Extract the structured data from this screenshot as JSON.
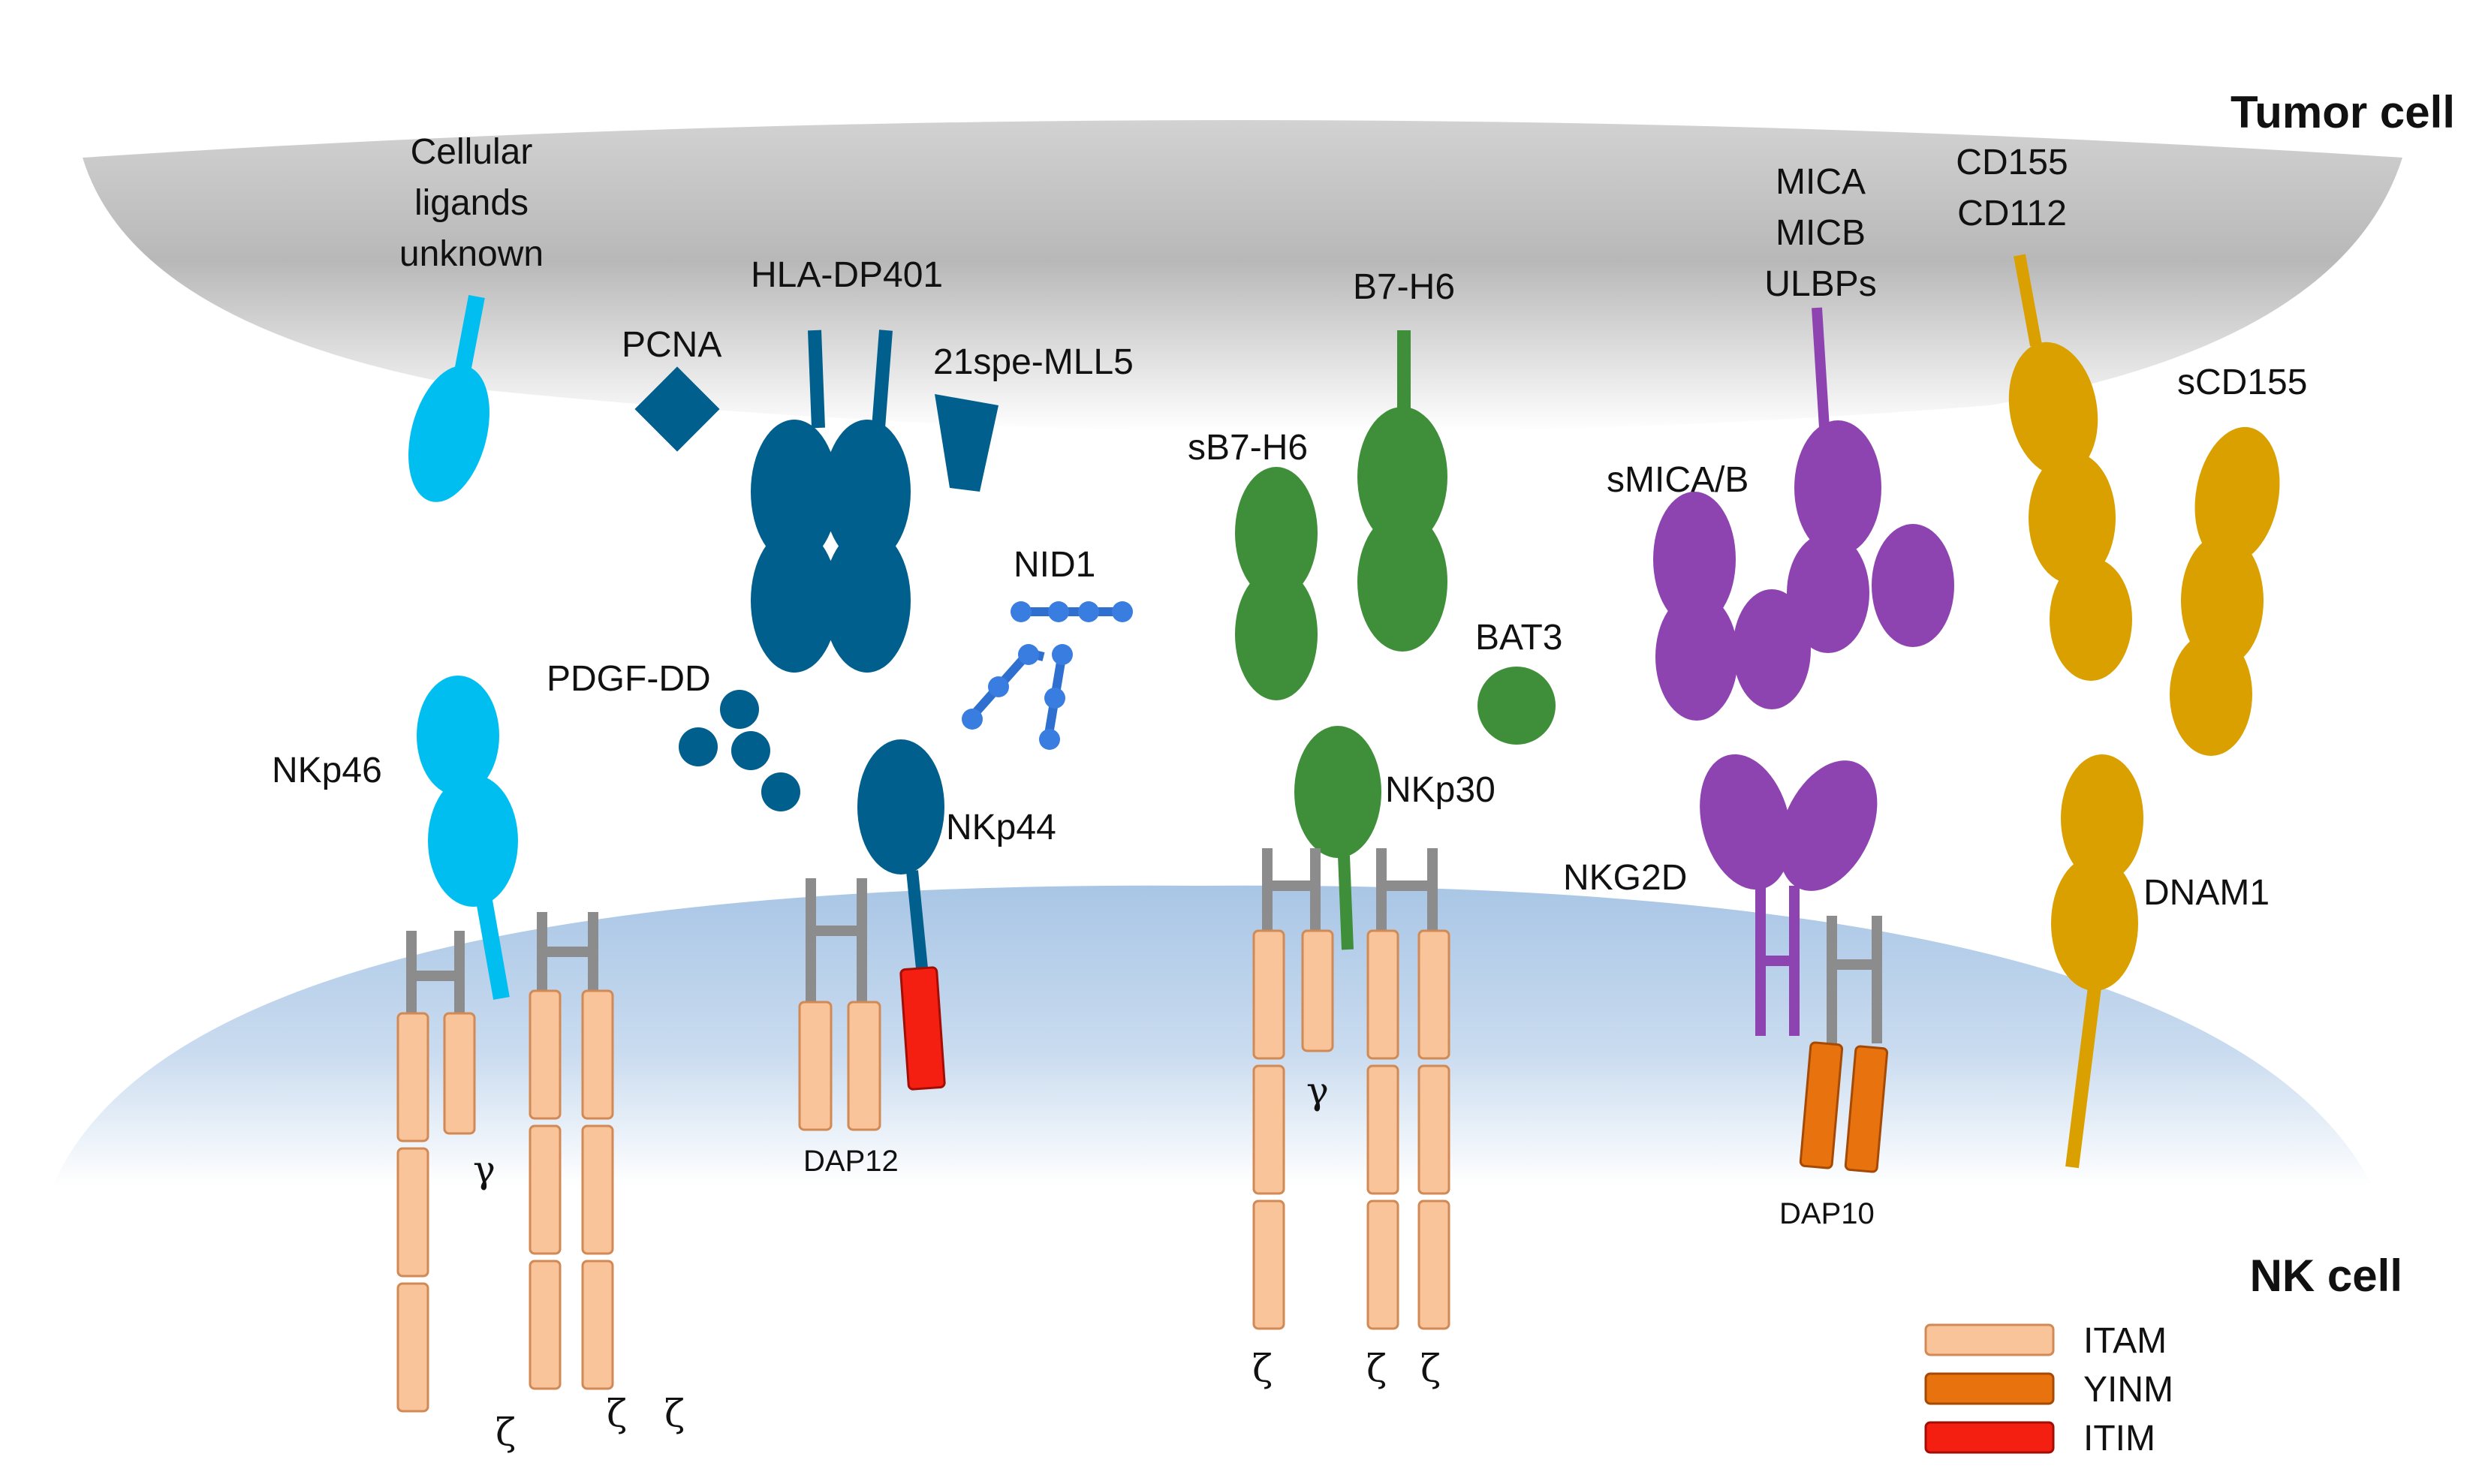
{
  "cells": {
    "tumor": "Tumor cell",
    "nk": "NK cell"
  },
  "ligands": {
    "unknown_line1": "Cellular",
    "unknown_line2": "ligands",
    "unknown_line3": "unknown",
    "pcna": "PCNA",
    "hla": "HLA-DP401",
    "mll5": "21spe-MLL5",
    "nid1": "NID1",
    "pdgf": "PDGF-DD",
    "b7h6": "B7-H6",
    "sb7h6": "sB7-H6",
    "bat3": "BAT3",
    "mica": "MICA",
    "micb": "MICB",
    "ulbps": "ULBPs",
    "smicab": "sMICA/B",
    "cd155": "CD155",
    "cd112": "CD112",
    "scd155": "sCD155"
  },
  "receptors": {
    "nkp46": "NKp46",
    "nkp44": "NKp44",
    "nkp30": "NKp30",
    "nkg2d": "NKG2D",
    "dnam1": "DNAM1"
  },
  "adaptors": {
    "dap12": "DAP12",
    "dap10": "DAP10",
    "gamma": "γ",
    "zeta": "ζ"
  },
  "legend": {
    "itam": "ITAM",
    "yinm": "YINM",
    "itim": "ITIM"
  },
  "colors": {
    "nkp46": "#00bff0",
    "nkp44": "#005f8c",
    "nkp30": "#3f8f3a",
    "nkg2d": "#8e44b0",
    "dnam1": "#d9a000",
    "itam": "#f9c49a",
    "yinm": "#e8730e",
    "itim": "#f41f10"
  }
}
